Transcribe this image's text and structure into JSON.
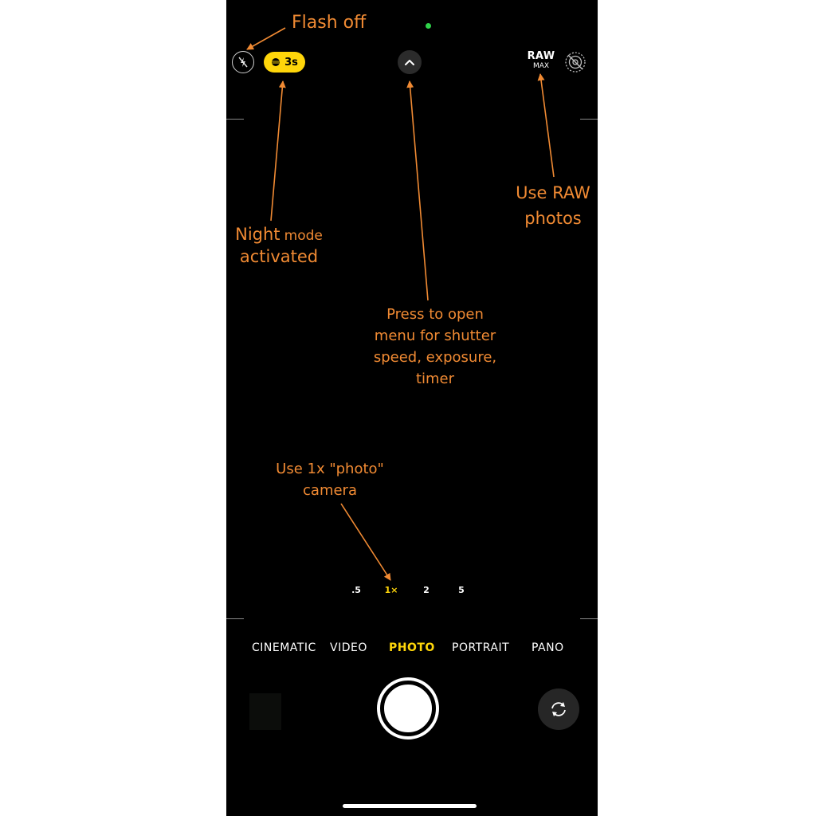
{
  "top_bar": {
    "night_mode_duration": "3s",
    "raw_label": "RAW",
    "raw_sublabel": "MAX"
  },
  "zoom_levels": [
    ".5",
    "1×",
    "2",
    "5"
  ],
  "zoom_selected": "1×",
  "modes": [
    "CINEMATIC",
    "VIDEO",
    "PHOTO",
    "PORTRAIT",
    "PANO"
  ],
  "mode_selected": "PHOTO",
  "icons": {
    "flash": "flash-off-icon",
    "night": "night-mode-icon",
    "menu": "chevron-up-icon",
    "live": "live-photo-off-icon",
    "flip": "camera-flip-icon"
  },
  "colors": {
    "accent": "#ffd60a",
    "annotation": "#f08a33",
    "background": "#000000"
  },
  "annotations": {
    "flash": "Flash off",
    "night_line1_a": "Night",
    "night_line1_b": "mode",
    "night_line2": "activated",
    "menu_line1": "Press to open",
    "menu_line2": "menu for shutter",
    "menu_line3": "speed, exposure,",
    "menu_line4": "timer",
    "raw_line1": "Use RAW",
    "raw_line2": "photos",
    "zoom_line1": "Use 1x \"photo\"",
    "zoom_line2": "camera"
  }
}
